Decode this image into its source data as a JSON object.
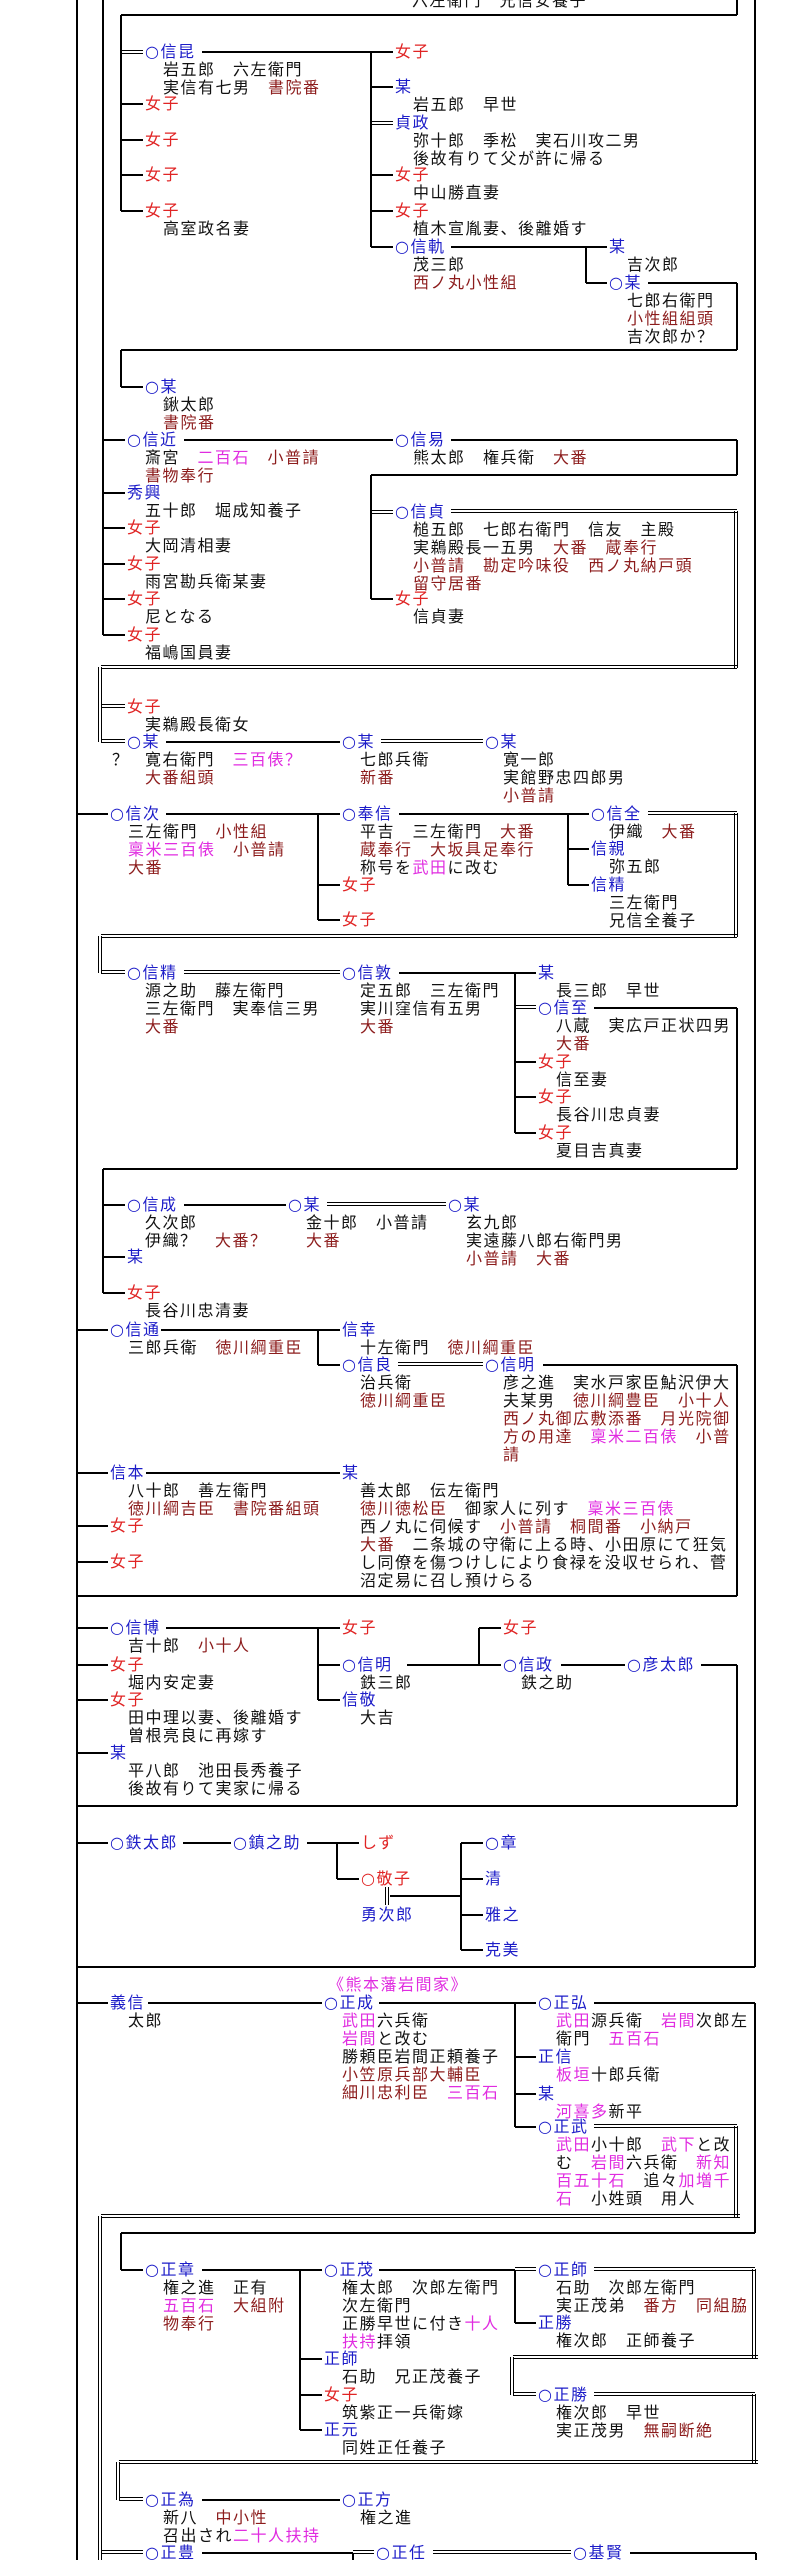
{
  "top_fragment": "六左衛門　兄信安養子",
  "unknown_mark": "？",
  "section_title": "《熊本藩岩間家》",
  "nodes": [
    {
      "name": "○信昆",
      "g": "m",
      "notes": [
        [
          "岩五郎　六左衛門"
        ],
        [
          "実信有七男　",
          [
            "書院番",
            "o"
          ]
        ]
      ]
    },
    {
      "name": "女子",
      "g": "f",
      "notes": []
    },
    {
      "name": "女子",
      "g": "f",
      "notes": []
    },
    {
      "name": "女子",
      "g": "f",
      "notes": []
    },
    {
      "name": "女子",
      "g": "f",
      "notes": [
        [
          "高室政名妻"
        ]
      ]
    },
    {
      "name": "女子",
      "g": "f",
      "notes": []
    },
    {
      "name": "某",
      "g": "m",
      "notes": [
        [
          "岩五郎　早世"
        ]
      ]
    },
    {
      "name": "貞政",
      "g": "m",
      "notes": [
        [
          "弥十郎　季松　実石川攻二男"
        ],
        [
          "後故有りて父が許に帰る"
        ]
      ]
    },
    {
      "name": "女子",
      "g": "f",
      "notes": [
        [
          "中山勝直妻"
        ]
      ]
    },
    {
      "name": "女子",
      "g": "f",
      "notes": [
        [
          "植木宣胤妻、後離婚す"
        ]
      ]
    },
    {
      "name": "○信軌",
      "g": "m",
      "notes": [
        [
          "茂三郎"
        ],
        [
          [
            "西ノ丸小性組",
            "o"
          ]
        ]
      ]
    },
    {
      "name": "某",
      "g": "m",
      "notes": [
        [
          "吉次郎"
        ]
      ]
    },
    {
      "name": "○某",
      "g": "m",
      "notes": [
        [
          "七郎右衛門"
        ],
        [
          [
            "小性組組頭",
            "o"
          ]
        ],
        [
          "吉次郎か？"
        ]
      ]
    },
    {
      "name": "○某",
      "g": "m",
      "notes": [
        [
          "鍬太郎"
        ],
        [
          [
            "書院番",
            "o"
          ]
        ]
      ]
    },
    {
      "name": "○信近",
      "g": "m",
      "notes": [
        [
          "斎宮　",
          [
            "二百石",
            "s"
          ],
          "　",
          [
            "小普請",
            "o"
          ]
        ],
        [
          [
            "書物奉行",
            "o"
          ]
        ]
      ]
    },
    {
      "name": "○信易",
      "g": "m",
      "notes": [
        [
          "熊太郎　権兵衛　",
          [
            "大番",
            "o"
          ]
        ]
      ]
    },
    {
      "name": "秀興",
      "g": "m",
      "notes": [
        [
          "五十郎　堀成知養子"
        ]
      ]
    },
    {
      "name": "女子",
      "g": "f",
      "notes": [
        [
          "大岡清相妻"
        ]
      ]
    },
    {
      "name": "女子",
      "g": "f",
      "notes": [
        [
          "雨宮勘兵衛某妻"
        ]
      ]
    },
    {
      "name": "女子",
      "g": "f",
      "notes": [
        [
          "尼となる"
        ]
      ]
    },
    {
      "name": "女子",
      "g": "f",
      "notes": [
        [
          "福嶋国員妻"
        ]
      ]
    },
    {
      "name": "○信貞",
      "g": "m",
      "notes": [
        [
          "槌五郎　七郎右衛門　信友　主殿"
        ],
        [
          "実鵜殿長一五男　",
          [
            "大番",
            "o"
          ],
          "　",
          [
            "蔵奉行",
            "o"
          ]
        ],
        [
          [
            "小普請",
            "o"
          ],
          "　",
          [
            "勘定吟味役",
            "o"
          ],
          "　",
          [
            "西ノ丸納戸頭",
            "o"
          ]
        ],
        [
          [
            "留守居番",
            "o"
          ]
        ]
      ]
    },
    {
      "name": "女子",
      "g": "f",
      "notes": [
        [
          "信貞妻"
        ]
      ]
    },
    {
      "name": "女子",
      "g": "f",
      "notes": [
        [
          "実鵜殿長衛女"
        ]
      ]
    },
    {
      "name": "○某",
      "g": "m",
      "notes": [
        [
          "寛右衛門　",
          [
            "三百俵？",
            "s"
          ]
        ],
        [
          [
            "大番組頭",
            "o"
          ]
        ]
      ]
    },
    {
      "name": "○某",
      "g": "m",
      "notes": [
        [
          "七郎兵衛"
        ],
        [
          [
            "新番",
            "o"
          ]
        ]
      ]
    },
    {
      "name": "○某",
      "g": "m",
      "notes": [
        [
          "寛一郎"
        ],
        [
          "実館野忠四郎男"
        ],
        [
          [
            "小普請",
            "o"
          ]
        ]
      ]
    },
    {
      "name": "○信次",
      "g": "m",
      "notes": [
        [
          "三左衛門　",
          [
            "小性組",
            "o"
          ]
        ],
        [
          [
            "稟米三百俵",
            "s"
          ],
          "　",
          [
            "小普請",
            "o"
          ]
        ],
        [
          [
            "大番",
            "o"
          ]
        ]
      ]
    },
    {
      "name": "○奉信",
      "g": "m",
      "notes": [
        [
          "平吉　三左衛門　",
          [
            "大番",
            "o"
          ]
        ],
        [
          [
            "蔵奉行",
            "o"
          ],
          "　",
          [
            "大坂具足奉行",
            "o"
          ]
        ],
        [
          "称号を",
          [
            "武田",
            "s"
          ],
          "に改む"
        ]
      ]
    },
    {
      "name": "女子",
      "g": "f",
      "notes": []
    },
    {
      "name": "女子",
      "g": "f",
      "notes": []
    },
    {
      "name": "○信全",
      "g": "m",
      "notes": [
        [
          "伊織　",
          [
            "大番",
            "o"
          ]
        ]
      ]
    },
    {
      "name": "信親",
      "g": "m",
      "notes": [
        [
          "弥五郎"
        ]
      ]
    },
    {
      "name": "信精",
      "g": "m",
      "notes": [
        [
          "三左衛門"
        ],
        [
          "兄信全養子"
        ]
      ]
    },
    {
      "name": "○信精",
      "g": "m",
      "notes": [
        [
          "源之助　藤左衛門"
        ],
        [
          "三左衛門　実奉信三男"
        ],
        [
          [
            "大番",
            "o"
          ]
        ]
      ]
    },
    {
      "name": "○信敦",
      "g": "m",
      "notes": [
        [
          "定五郎　三左衛門"
        ],
        [
          "実川窪信有五男"
        ],
        [
          [
            "大番",
            "o"
          ]
        ]
      ]
    },
    {
      "name": "某",
      "g": "m",
      "notes": [
        [
          "長三郎　早世"
        ]
      ]
    },
    {
      "name": "○信至",
      "g": "m",
      "notes": [
        [
          "八蔵　実広戸正状四男"
        ],
        [
          [
            "大番",
            "o"
          ]
        ]
      ]
    },
    {
      "name": "女子",
      "g": "f",
      "notes": [
        [
          "信至妻"
        ]
      ]
    },
    {
      "name": "女子",
      "g": "f",
      "notes": [
        [
          "長谷川忠貞妻"
        ]
      ]
    },
    {
      "name": "女子",
      "g": "f",
      "notes": [
        [
          "夏目吉真妻"
        ]
      ]
    },
    {
      "name": "○信成",
      "g": "m",
      "notes": [
        [
          "久次郎"
        ],
        [
          "伊織？　",
          [
            "大番？",
            "o"
          ]
        ]
      ]
    },
    {
      "name": "○某",
      "g": "m",
      "notes": [
        [
          "金十郎　小普請"
        ],
        [
          [
            "大番",
            "o"
          ]
        ]
      ]
    },
    {
      "name": "○某",
      "g": "m",
      "notes": [
        [
          "玄九郎"
        ],
        [
          "実遠藤八郎右衛門男"
        ],
        [
          [
            "小普請",
            "o"
          ],
          "　",
          [
            "大番",
            "o"
          ]
        ]
      ]
    },
    {
      "name": "某",
      "g": "m",
      "notes": []
    },
    {
      "name": "女子",
      "g": "f",
      "notes": [
        [
          "長谷川忠清妻"
        ]
      ]
    },
    {
      "name": "○信通",
      "g": "m",
      "notes": [
        [
          "三郎兵衛　",
          [
            "徳川綱重臣",
            "o"
          ]
        ]
      ]
    },
    {
      "name": "信幸",
      "g": "m",
      "notes": [
        [
          "十左衛門　",
          [
            "徳川綱重臣",
            "o"
          ]
        ]
      ]
    },
    {
      "name": "○信良",
      "g": "m",
      "notes": [
        [
          "治兵衛"
        ],
        [
          [
            "徳川綱重臣",
            "o"
          ]
        ]
      ]
    },
    {
      "name": "○信明",
      "g": "m",
      "notes": [
        [
          "彦之進　実水戸家臣鮎沢伊大"
        ],
        [
          "夫某男　",
          [
            "徳川綱豊臣",
            "o"
          ],
          "　",
          [
            "小十人",
            "o"
          ]
        ],
        [
          [
            "西ノ丸御広敷添番",
            "o"
          ],
          "　",
          [
            "月光院御",
            "o"
          ]
        ],
        [
          [
            "方の用達",
            "o"
          ],
          "　",
          [
            "稟米二百俵",
            "s"
          ],
          "　",
          [
            "小普",
            "o"
          ]
        ],
        [
          [
            "請",
            "o"
          ]
        ]
      ]
    },
    {
      "name": "信本",
      "g": "m",
      "notes": [
        [
          "八十郎　善左衛門"
        ],
        [
          [
            "徳川綱吉臣",
            "o"
          ],
          "　",
          [
            "書院番組頭",
            "o"
          ]
        ]
      ]
    },
    {
      "name": "某",
      "g": "m",
      "notes": [
        [
          "善太郎　伝左衛門"
        ],
        [
          [
            "徳川徳松臣",
            "o"
          ],
          "　御家人に列す　",
          [
            "稟米三百俵",
            "s"
          ]
        ],
        [
          "西ノ丸に伺候す　",
          [
            "小普請",
            "o"
          ],
          "　",
          [
            "桐間番",
            "o"
          ],
          "　",
          [
            "小納戸",
            "o"
          ]
        ],
        [
          [
            "大番",
            "o"
          ],
          "　二条城の守衛に上る時、小田原にて狂気"
        ],
        [
          "し同僚を傷つけしにより食禄を没収せられ、菅"
        ],
        [
          "沼定易に召し預けらる"
        ]
      ]
    },
    {
      "name": "女子",
      "g": "f",
      "notes": []
    },
    {
      "name": "女子",
      "g": "f",
      "notes": []
    },
    {
      "name": "○信博",
      "g": "m",
      "notes": [
        [
          "吉十郎　",
          [
            "小十人",
            "o"
          ]
        ]
      ]
    },
    {
      "name": "女子",
      "g": "f",
      "notes": []
    },
    {
      "name": "女子",
      "g": "f",
      "notes": []
    },
    {
      "name": "女子",
      "g": "f",
      "notes": [
        [
          "堀内安定妻"
        ]
      ]
    },
    {
      "name": "女子",
      "g": "f",
      "notes": [
        [
          "田中理以妻、後離婚す"
        ],
        [
          "曽根亮良に再嫁す"
        ]
      ]
    },
    {
      "name": "某",
      "g": "m",
      "notes": [
        [
          "平八郎　池田長秀養子"
        ],
        [
          "後故有りて実家に帰る"
        ]
      ]
    },
    {
      "name": "○信明",
      "g": "m",
      "notes": [
        [
          "鉄三郎"
        ]
      ]
    },
    {
      "name": "信敬",
      "g": "m",
      "notes": [
        [
          "大吉"
        ]
      ]
    },
    {
      "name": "○信政",
      "g": "m",
      "notes": [
        [
          "鉄之助"
        ]
      ]
    },
    {
      "name": "○彦太郎",
      "g": "m",
      "notes": []
    },
    {
      "name": "○鉄太郎",
      "g": "m",
      "notes": []
    },
    {
      "name": "○鎮之助",
      "g": "m",
      "notes": []
    },
    {
      "name": "しず",
      "g": "f",
      "notes": []
    },
    {
      "name": "○敬子",
      "g": "f",
      "notes": []
    },
    {
      "name": "勇次郎",
      "g": "m",
      "notes": []
    },
    {
      "name": "○章",
      "g": "m",
      "notes": []
    },
    {
      "name": "清",
      "g": "m",
      "notes": []
    },
    {
      "name": "雅之",
      "g": "m",
      "notes": []
    },
    {
      "name": "克美",
      "g": "m",
      "notes": []
    },
    {
      "name": "義信",
      "g": "m",
      "notes": [
        [
          "太郎"
        ]
      ]
    },
    {
      "name": "○正成",
      "g": "m",
      "notes": [
        [
          [
            "武田",
            "s"
          ],
          "六兵衛"
        ],
        [
          [
            "岩間",
            "s"
          ],
          "と改む"
        ],
        [
          "勝頼臣岩間正頼養子"
        ],
        [
          [
            "小笠原兵部大輔臣",
            "o"
          ]
        ],
        [
          [
            "細川忠利臣",
            "o"
          ],
          "　",
          [
            "三百石",
            "s"
          ]
        ]
      ]
    },
    {
      "name": "○正弘",
      "g": "m",
      "notes": [
        [
          [
            "武田",
            "s"
          ],
          "源兵衛　",
          [
            "岩間",
            "s"
          ],
          "次郎左"
        ],
        [
          "衛門　",
          [
            "五百石",
            "s"
          ]
        ]
      ]
    },
    {
      "name": "正信",
      "g": "m",
      "notes": [
        [
          [
            "板垣",
            "s"
          ],
          "十郎兵衛"
        ]
      ]
    },
    {
      "name": "某",
      "g": "m",
      "notes": [
        [
          [
            "河喜多",
            "s"
          ],
          "新平"
        ]
      ]
    },
    {
      "name": "○正武",
      "g": "m",
      "notes": [
        [
          [
            "武田",
            "s"
          ],
          "小十郎　",
          [
            "武下",
            "s"
          ],
          "と改"
        ],
        [
          "む　",
          [
            "岩間",
            "s"
          ],
          "六兵衛　",
          [
            "新知",
            "s"
          ]
        ],
        [
          [
            "百五十石",
            "s"
          ],
          "　追々",
          [
            "加増千",
            "s"
          ]
        ],
        [
          [
            "石",
            "s"
          ],
          "　小姓頭　用人"
        ]
      ]
    },
    {
      "name": "○正章",
      "g": "m",
      "notes": [
        [
          "権之進　正有"
        ],
        [
          [
            "五百石",
            "s"
          ],
          "　",
          [
            "大組附",
            "o"
          ]
        ],
        [
          [
            "物奉行",
            "o"
          ]
        ]
      ]
    },
    {
      "name": "○正茂",
      "g": "m",
      "notes": [
        [
          "権太郎　次郎左衛門"
        ],
        [
          "次左衛門"
        ],
        [
          "正勝早世に付き",
          [
            "十人",
            "s"
          ]
        ],
        [
          [
            "扶持",
            "s"
          ],
          "拝領"
        ]
      ]
    },
    {
      "name": "正師",
      "g": "m",
      "notes": [
        [
          "石助　兄正茂養子"
        ]
      ]
    },
    {
      "name": "女子",
      "g": "f",
      "notes": [
        [
          "筑紫正一兵衛嫁"
        ]
      ]
    },
    {
      "name": "正元",
      "g": "m",
      "notes": [
        [
          "同姓正任養子"
        ]
      ]
    },
    {
      "name": "○正師",
      "g": "m",
      "notes": [
        [
          "石助　次郎左衛門"
        ],
        [
          "実正茂弟　",
          [
            "番方",
            "o"
          ],
          "　",
          [
            "同組脇",
            "o"
          ]
        ]
      ]
    },
    {
      "name": "正勝",
      "g": "m",
      "notes": [
        [
          "権次郎　正師養子"
        ]
      ]
    },
    {
      "name": "○正勝",
      "g": "m",
      "notes": [
        [
          "権次郎　早世"
        ],
        [
          "実正茂男　",
          [
            "無嗣断絶",
            "o"
          ]
        ]
      ]
    },
    {
      "name": "○正為",
      "g": "m",
      "notes": [
        [
          "新八　",
          [
            "中小性",
            "o"
          ]
        ],
        [
          "召出され",
          [
            "二十人扶持",
            "s"
          ]
        ]
      ]
    },
    {
      "name": "○正方",
      "g": "m",
      "notes": [
        [
          "権之進"
        ]
      ]
    },
    {
      "name": "○正豊",
      "g": "m",
      "notes": []
    },
    {
      "name": "○正任",
      "g": "m",
      "notes": []
    },
    {
      "name": "○基賢",
      "g": "m",
      "notes": []
    }
  ]
}
